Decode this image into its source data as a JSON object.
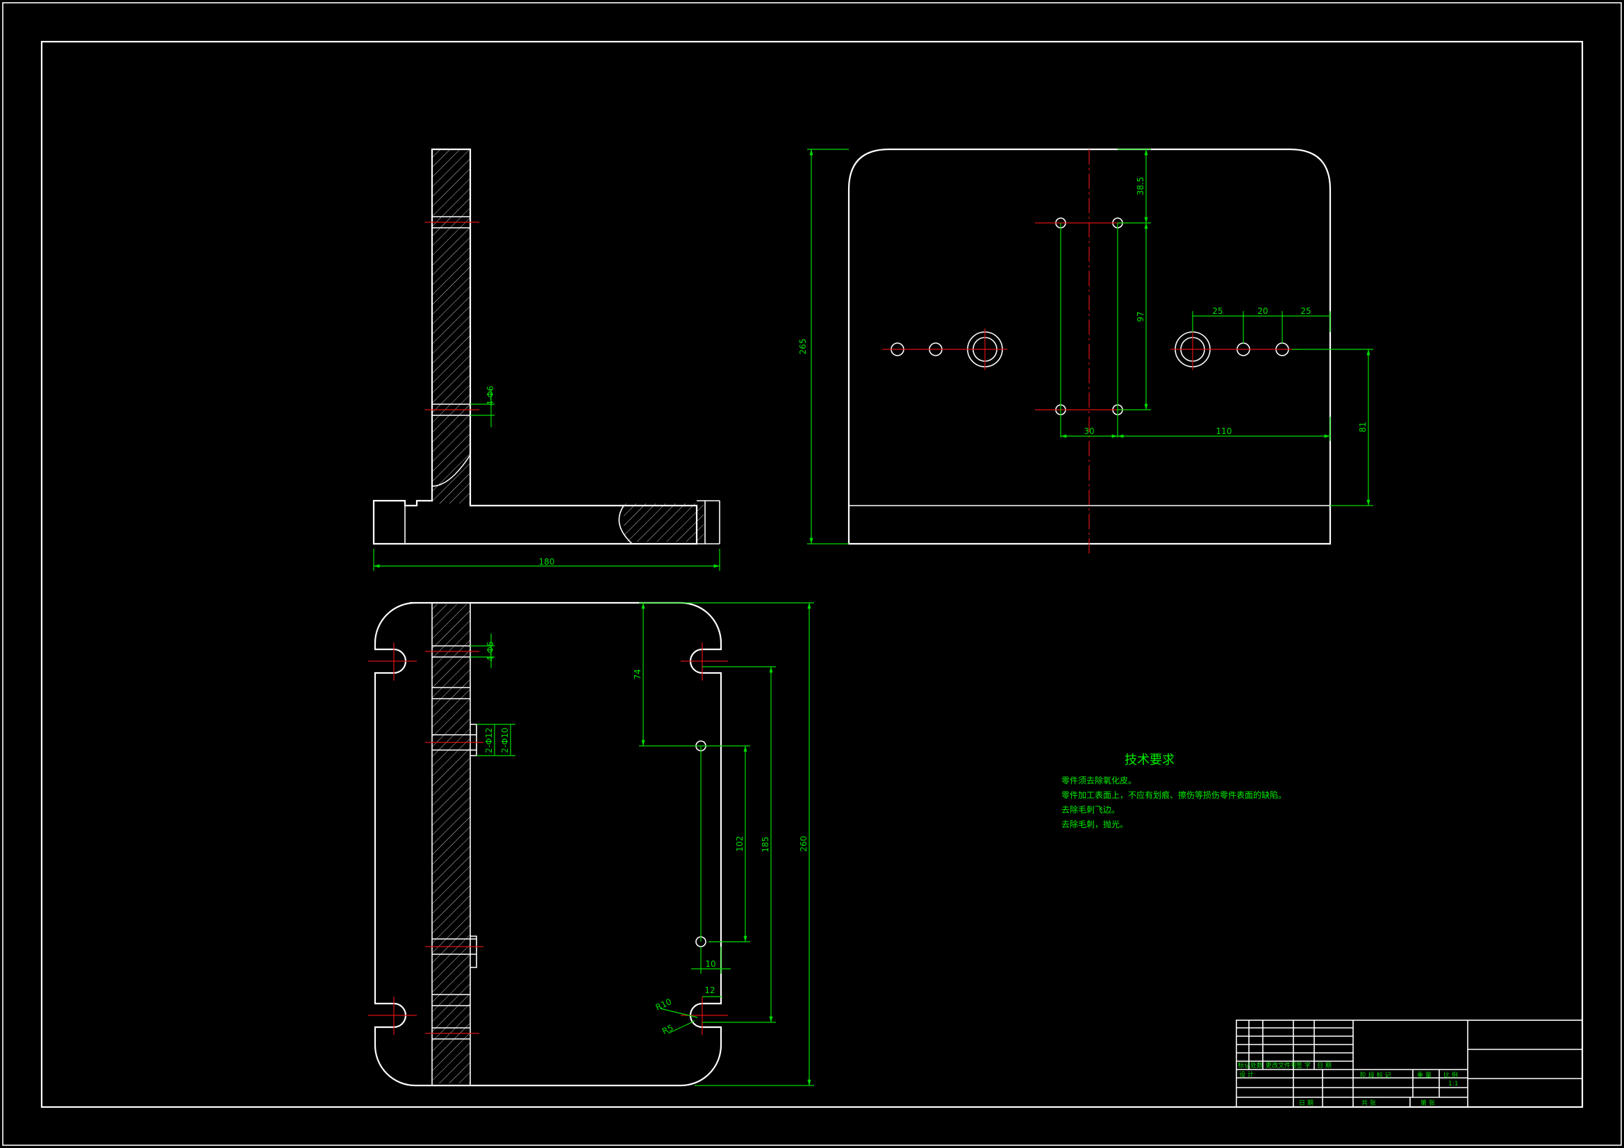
{
  "dimensions": {
    "side_width": "180",
    "side_bore": "4-Φ6",
    "front_height": "265",
    "front_top": "38.5",
    "front_pitch": "97",
    "front_spacing_a": "25",
    "front_spacing_b": "20",
    "front_spacing_c": "25",
    "front_center_x": "30",
    "front_right": "110",
    "front_bottom": "81",
    "plan_bore": "4-Φ6",
    "plan_hole_a": "2-Φ12",
    "plan_hole_b": "2-Φ10",
    "plan_offset": "74",
    "plan_pitch": "102",
    "plan_span": "185",
    "plan_height": "260",
    "plan_x10": "10",
    "plan_x12": "12",
    "plan_r10": "R10",
    "plan_r5": "R5"
  },
  "notes": {
    "heading": "技术要求",
    "lines": [
      "零件须去除氧化皮。",
      "零件加工表面上，不应有划痕、擦伤等损伤零件表面的缺陷。",
      "去除毛刺飞边。",
      "去除毛刺，抛光。"
    ]
  },
  "title_block": {
    "revision_labels": [
      "标记",
      "处数",
      "更改文件号",
      "签 字",
      "日 期"
    ],
    "design_label": "设 计",
    "date_label": "日 期",
    "stage_label": "阶 段 标 记",
    "weight_label": "重 量",
    "scale_label": "比 例",
    "scale_value": "1:1",
    "sheets_total_label": "共   张",
    "sheet_label": "第   张"
  },
  "colors": {
    "outline": "#ffffff",
    "dimension": "#00dd00",
    "centerline": "#dd1111",
    "background": "#000000"
  }
}
